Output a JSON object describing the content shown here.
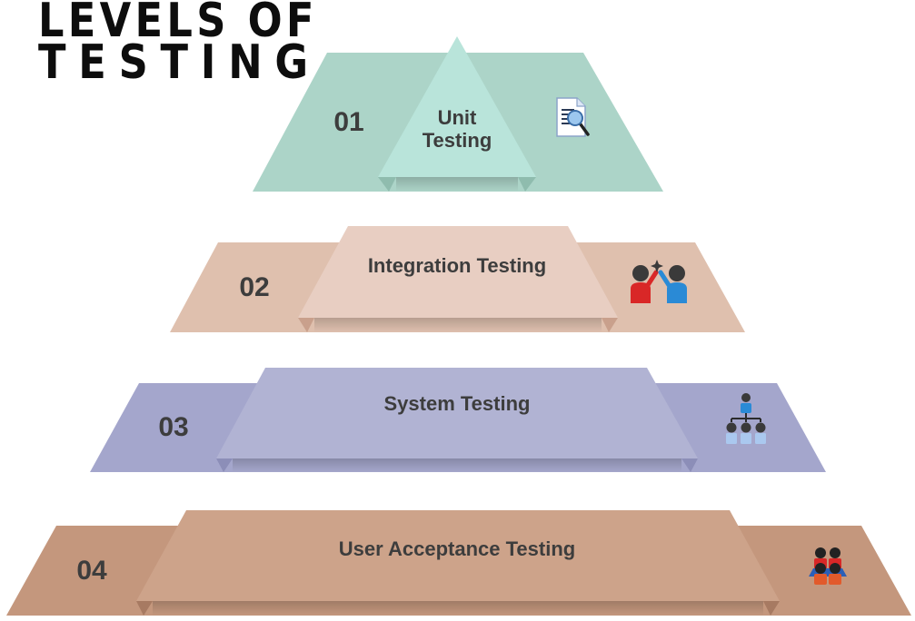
{
  "title": {
    "line1": "LEVELS OF",
    "line2": "TESTING"
  },
  "colors": {
    "text_dark": "#3d3d3d",
    "title": "#0d0d0d"
  },
  "levels": [
    {
      "number": "01",
      "label_lines": [
        "Unit",
        "Testing"
      ],
      "icon": "document-search-icon",
      "colors": {
        "side": "#acd4c8",
        "front": "#b9e4da",
        "fold": "#8fbcae"
      }
    },
    {
      "number": "02",
      "label_lines": [
        "Integration Testing"
      ],
      "icon": "team-highfive-icon",
      "colors": {
        "side": "#dfc0ae",
        "front": "#e8cec2",
        "fold": "#c9a08c"
      }
    },
    {
      "number": "03",
      "label_lines": [
        "System Testing"
      ],
      "icon": "org-hierarchy-icon",
      "colors": {
        "side": "#a4a6cc",
        "front": "#b1b3d3",
        "fold": "#8c8eb8"
      }
    },
    {
      "number": "04",
      "label_lines": [
        "User Acceptance Testing"
      ],
      "icon": "user-group-icon",
      "colors": {
        "side": "#c4977d",
        "front": "#cda38a",
        "fold": "#a77a62"
      }
    }
  ]
}
